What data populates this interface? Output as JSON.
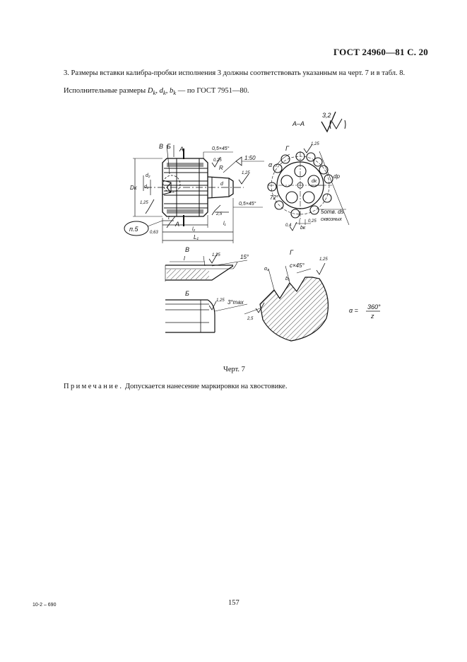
{
  "header": "ГОСТ 24960—81 С. 20",
  "paragraph1": "3. Размеры вставки калибра-пробки исполнения 3 должны соответствовать указанным на черт. 7 и в табл. 8.",
  "paragraph2": {
    "prefix": "Исполнительные размеры",
    "Dk": "D",
    "dk": "d",
    "bk": "b",
    "sub": "k",
    "suffix": "— по ГОСТ 7951—80."
  },
  "drawing": {
    "section_label": "А–А",
    "roughness_top": "3,2",
    "roughness_check": "(√)",
    "callout_V": "В",
    "callout_B": "Б",
    "A_top": "A",
    "A_bottom": "A",
    "chamfer_top": "0,5×45°",
    "chamfer_bottom": "0,5×45°",
    "taper": "1:50",
    "R": "R",
    "ra_025_a": "0,25",
    "ra_125_a": "1,25",
    "ra_25": "2,5",
    "ra_125_b": "1,25",
    "ra_063": "0,63",
    "Dk": "Dк",
    "d2": "d₂",
    "d1": "d₁",
    "d": "d",
    "t": "t",
    "l2": "l₂",
    "l1": "l₁",
    "L1": "L₁",
    "ref_p5": "п.5",
    "gamma_label": "Г",
    "alpha": "α",
    "dk": "dк",
    "dp": "dp",
    "angle_72": "72°",
    "bk": "bк",
    "holes": "5отв. ds",
    "holes_sub": "сквозных",
    "ra_125_c": "1,25",
    "ra_04": "0,4",
    "ra_025_b": "0,25",
    "view_V": "В",
    "view_G": "Г",
    "view_B": "Б",
    "l_small": "l",
    "ra_125_d": "1,25",
    "deg15": "15°",
    "alpha1": "α₁",
    "c45": "c×45°",
    "b1": "b₁",
    "ra_125_e": "1,25",
    "ra_125_f": "1,25",
    "deg3max": "3°max",
    "ra_25_b": "2,5",
    "formula_lhs": "α =",
    "formula_num": "360°",
    "formula_den": "z"
  },
  "caption": "Черт. 7",
  "note_spaced": "Примечание.",
  "note_text": "Допускается нанесение маркировки на хвостовике.",
  "page_number": "157",
  "print_code": "10-2 – 690"
}
